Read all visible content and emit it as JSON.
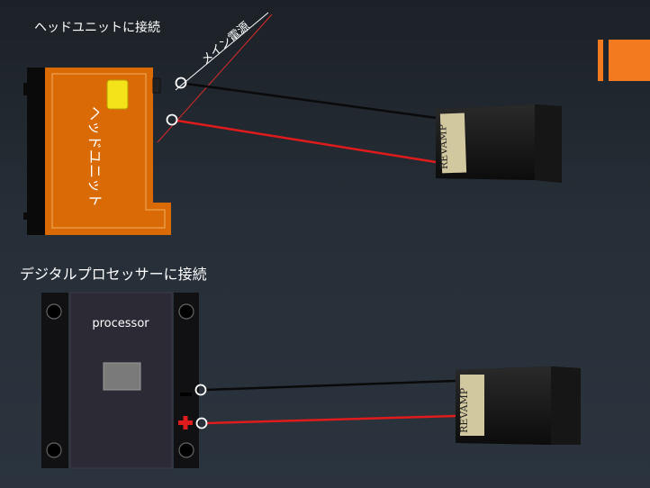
{
  "section_head": {
    "title": "ヘッドユニットに接続"
  },
  "section_processor": {
    "title": "デジタルプロセッサーに接続"
  },
  "head_unit": {
    "label": "ヘッドユニット"
  },
  "main_power": {
    "label": "メイン電源"
  },
  "processor": {
    "label": "processor"
  },
  "amp_brand": "REVAMP",
  "polarity": {
    "negative": "−",
    "positive": "+"
  },
  "colors": {
    "accent": "#f47a1f",
    "head_unit_body": "#d96a06",
    "wire_positive": "#e01b1b",
    "wire_negative": "#0a0a0a",
    "amp_label": "#d2c8a0"
  }
}
